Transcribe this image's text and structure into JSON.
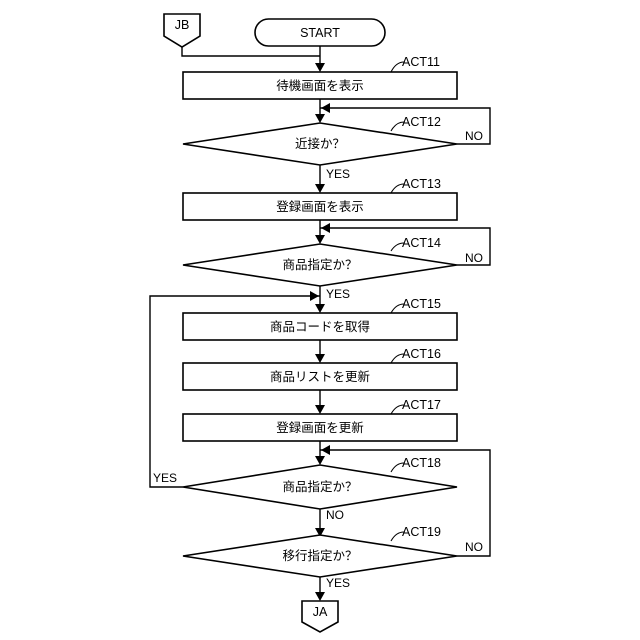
{
  "connectors": {
    "entry": "JB",
    "exit": "JA"
  },
  "start": {
    "label": "START"
  },
  "steps": {
    "act11": {
      "id": "ACT11",
      "label": "待機画面を表示"
    },
    "act12": {
      "id": "ACT12",
      "label": "近接か？",
      "yes": "YES",
      "no": "NO"
    },
    "act13": {
      "id": "ACT13",
      "label": "登録画面を表示"
    },
    "act14": {
      "id": "ACT14",
      "label": "商品指定か？",
      "yes": "YES",
      "no": "NO"
    },
    "act15": {
      "id": "ACT15",
      "label": "商品コードを取得"
    },
    "act16": {
      "id": "ACT16",
      "label": "商品リストを更新"
    },
    "act17": {
      "id": "ACT17",
      "label": "登録画面を更新"
    },
    "act18": {
      "id": "ACT18",
      "label": "商品指定か？",
      "yes": "YES",
      "no": "NO"
    },
    "act19": {
      "id": "ACT19",
      "label": "移行指定か？",
      "yes": "YES",
      "no": "NO"
    }
  }
}
